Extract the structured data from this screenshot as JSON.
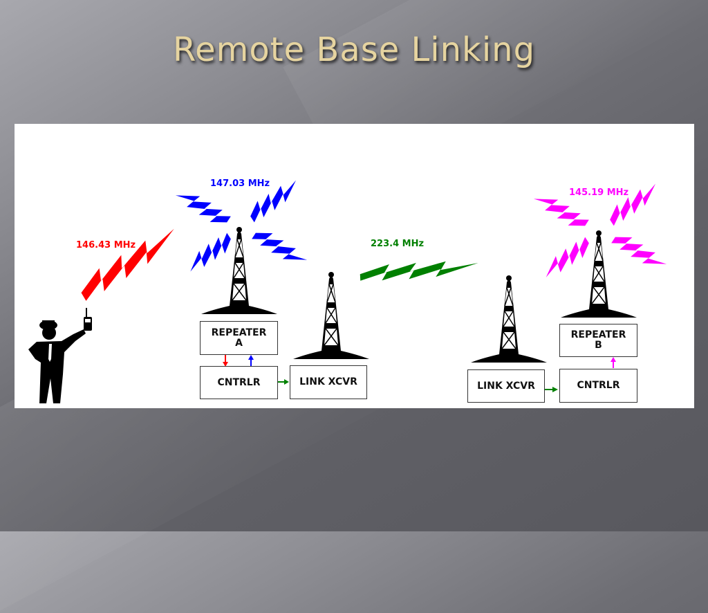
{
  "slide": {
    "title": "Remote Base Linking"
  },
  "colors": {
    "user_link": "#ff0000",
    "repeater_a": "#0000ff",
    "link": "#008000",
    "repeater_b": "#ff00ff"
  },
  "diagram": {
    "freq_user": "146.43 MHz",
    "freq_repeater_a": "147.03 MHz",
    "freq_link": "223.4 MHz",
    "freq_repeater_b": "145.19 MHz",
    "repeater_a_label": "REPEATER\nA",
    "repeater_b_label": "REPEATER\nB",
    "cntrlr_a_label": "CNTRLR",
    "cntrlr_b_label": "CNTRLR",
    "link_xcvr_a_label": "LINK XCVR",
    "link_xcvr_b_label": "LINK XCVR"
  }
}
